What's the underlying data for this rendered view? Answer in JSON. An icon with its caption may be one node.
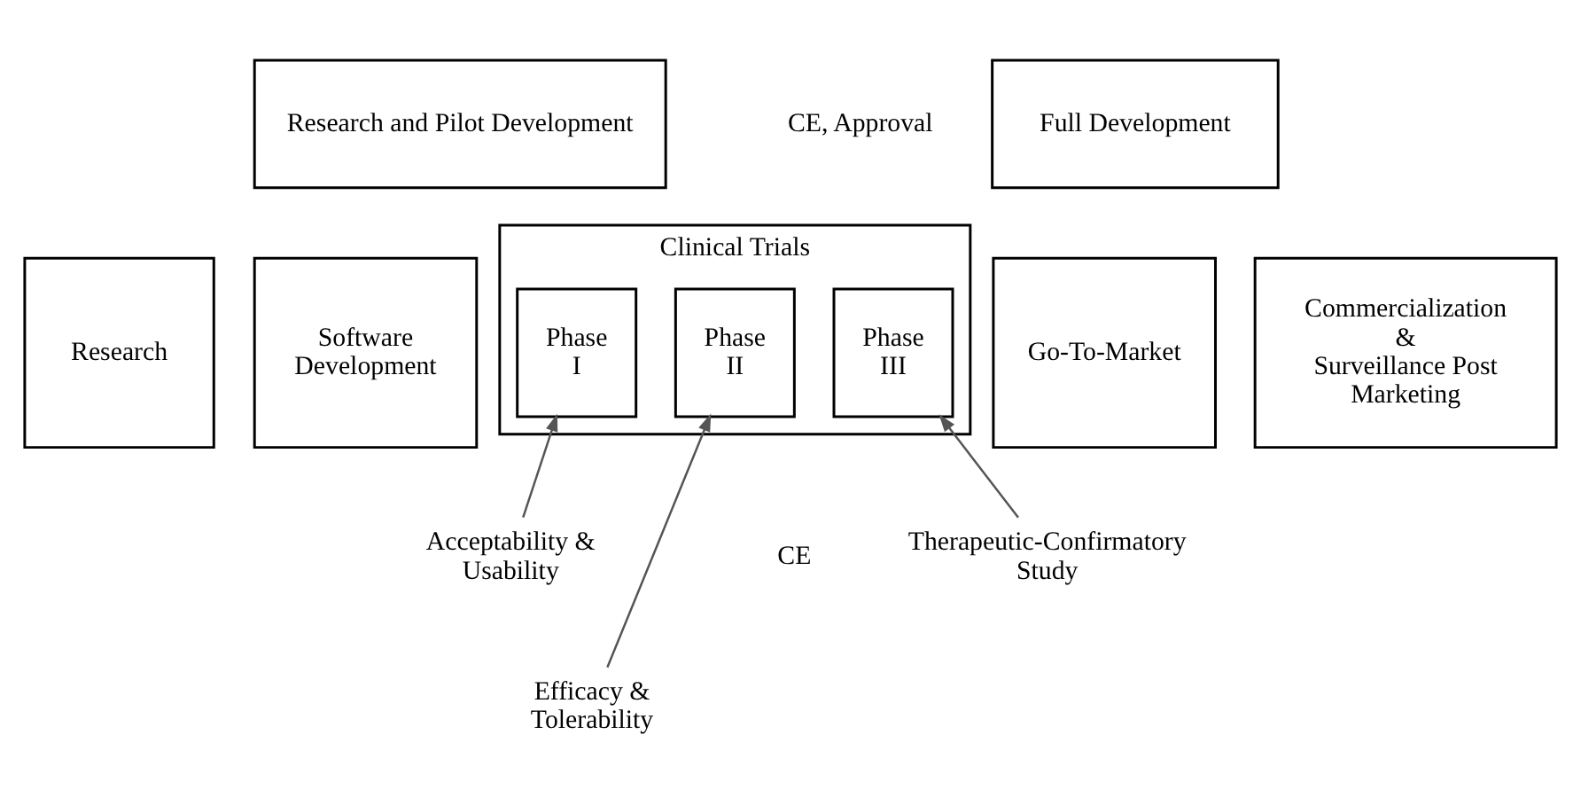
{
  "diagram": {
    "nodes": [
      {
        "text": [
          "Research and Pilot Development"
        ]
      },
      {
        "text": [
          "Full Development"
        ]
      },
      {
        "text": [
          "Research"
        ]
      },
      {
        "text": [
          "Software Development"
        ]
      },
      {
        "text": [
          "Clinical Trials"
        ]
      },
      {
        "text": [
          "Phase I"
        ],
        "in": 4
      },
      {
        "text": [
          "Phase II"
        ],
        "in": 4
      },
      {
        "text": [
          "Phase III"
        ],
        "in": 4
      },
      {
        "text": [
          "Go-To-Market"
        ]
      },
      {
        "text": [
          "Commercialization & Surveillance Post Marketing"
        ]
      },
      {
        "text": [
          "Acceptability & Usability"
        ]
      },
      {
        "text": [
          "Efficacy & Tolerability"
        ]
      },
      {
        "text": [
          "Therapeutic-Confirmatory Study"
        ]
      }
    ],
    "edges": [
      {
        "from": 10,
        "to": 5,
        "arrow": "to"
      },
      {
        "from": 11,
        "to": 6,
        "arrow": "to"
      },
      {
        "from": 12,
        "to": 7,
        "arrow": "to"
      }
    ],
    "labels": [
      "CE, Approval",
      "CE"
    ]
  }
}
